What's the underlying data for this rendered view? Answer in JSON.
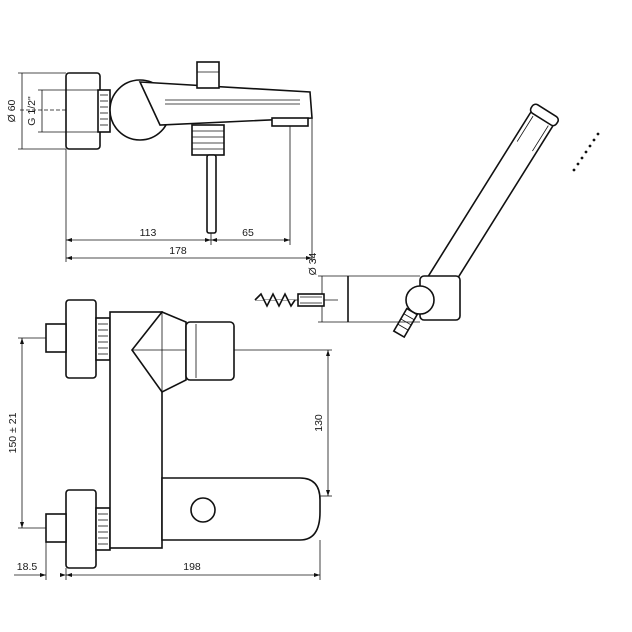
{
  "labels": {
    "dia60": "Ø 60",
    "g12": "G 1/2\"",
    "d113": "113",
    "d65": "65",
    "d178": "178",
    "dia34": "Ø 34",
    "d150": "150 ± 21",
    "d130": "130",
    "d185": "18.5",
    "d198": "198"
  }
}
